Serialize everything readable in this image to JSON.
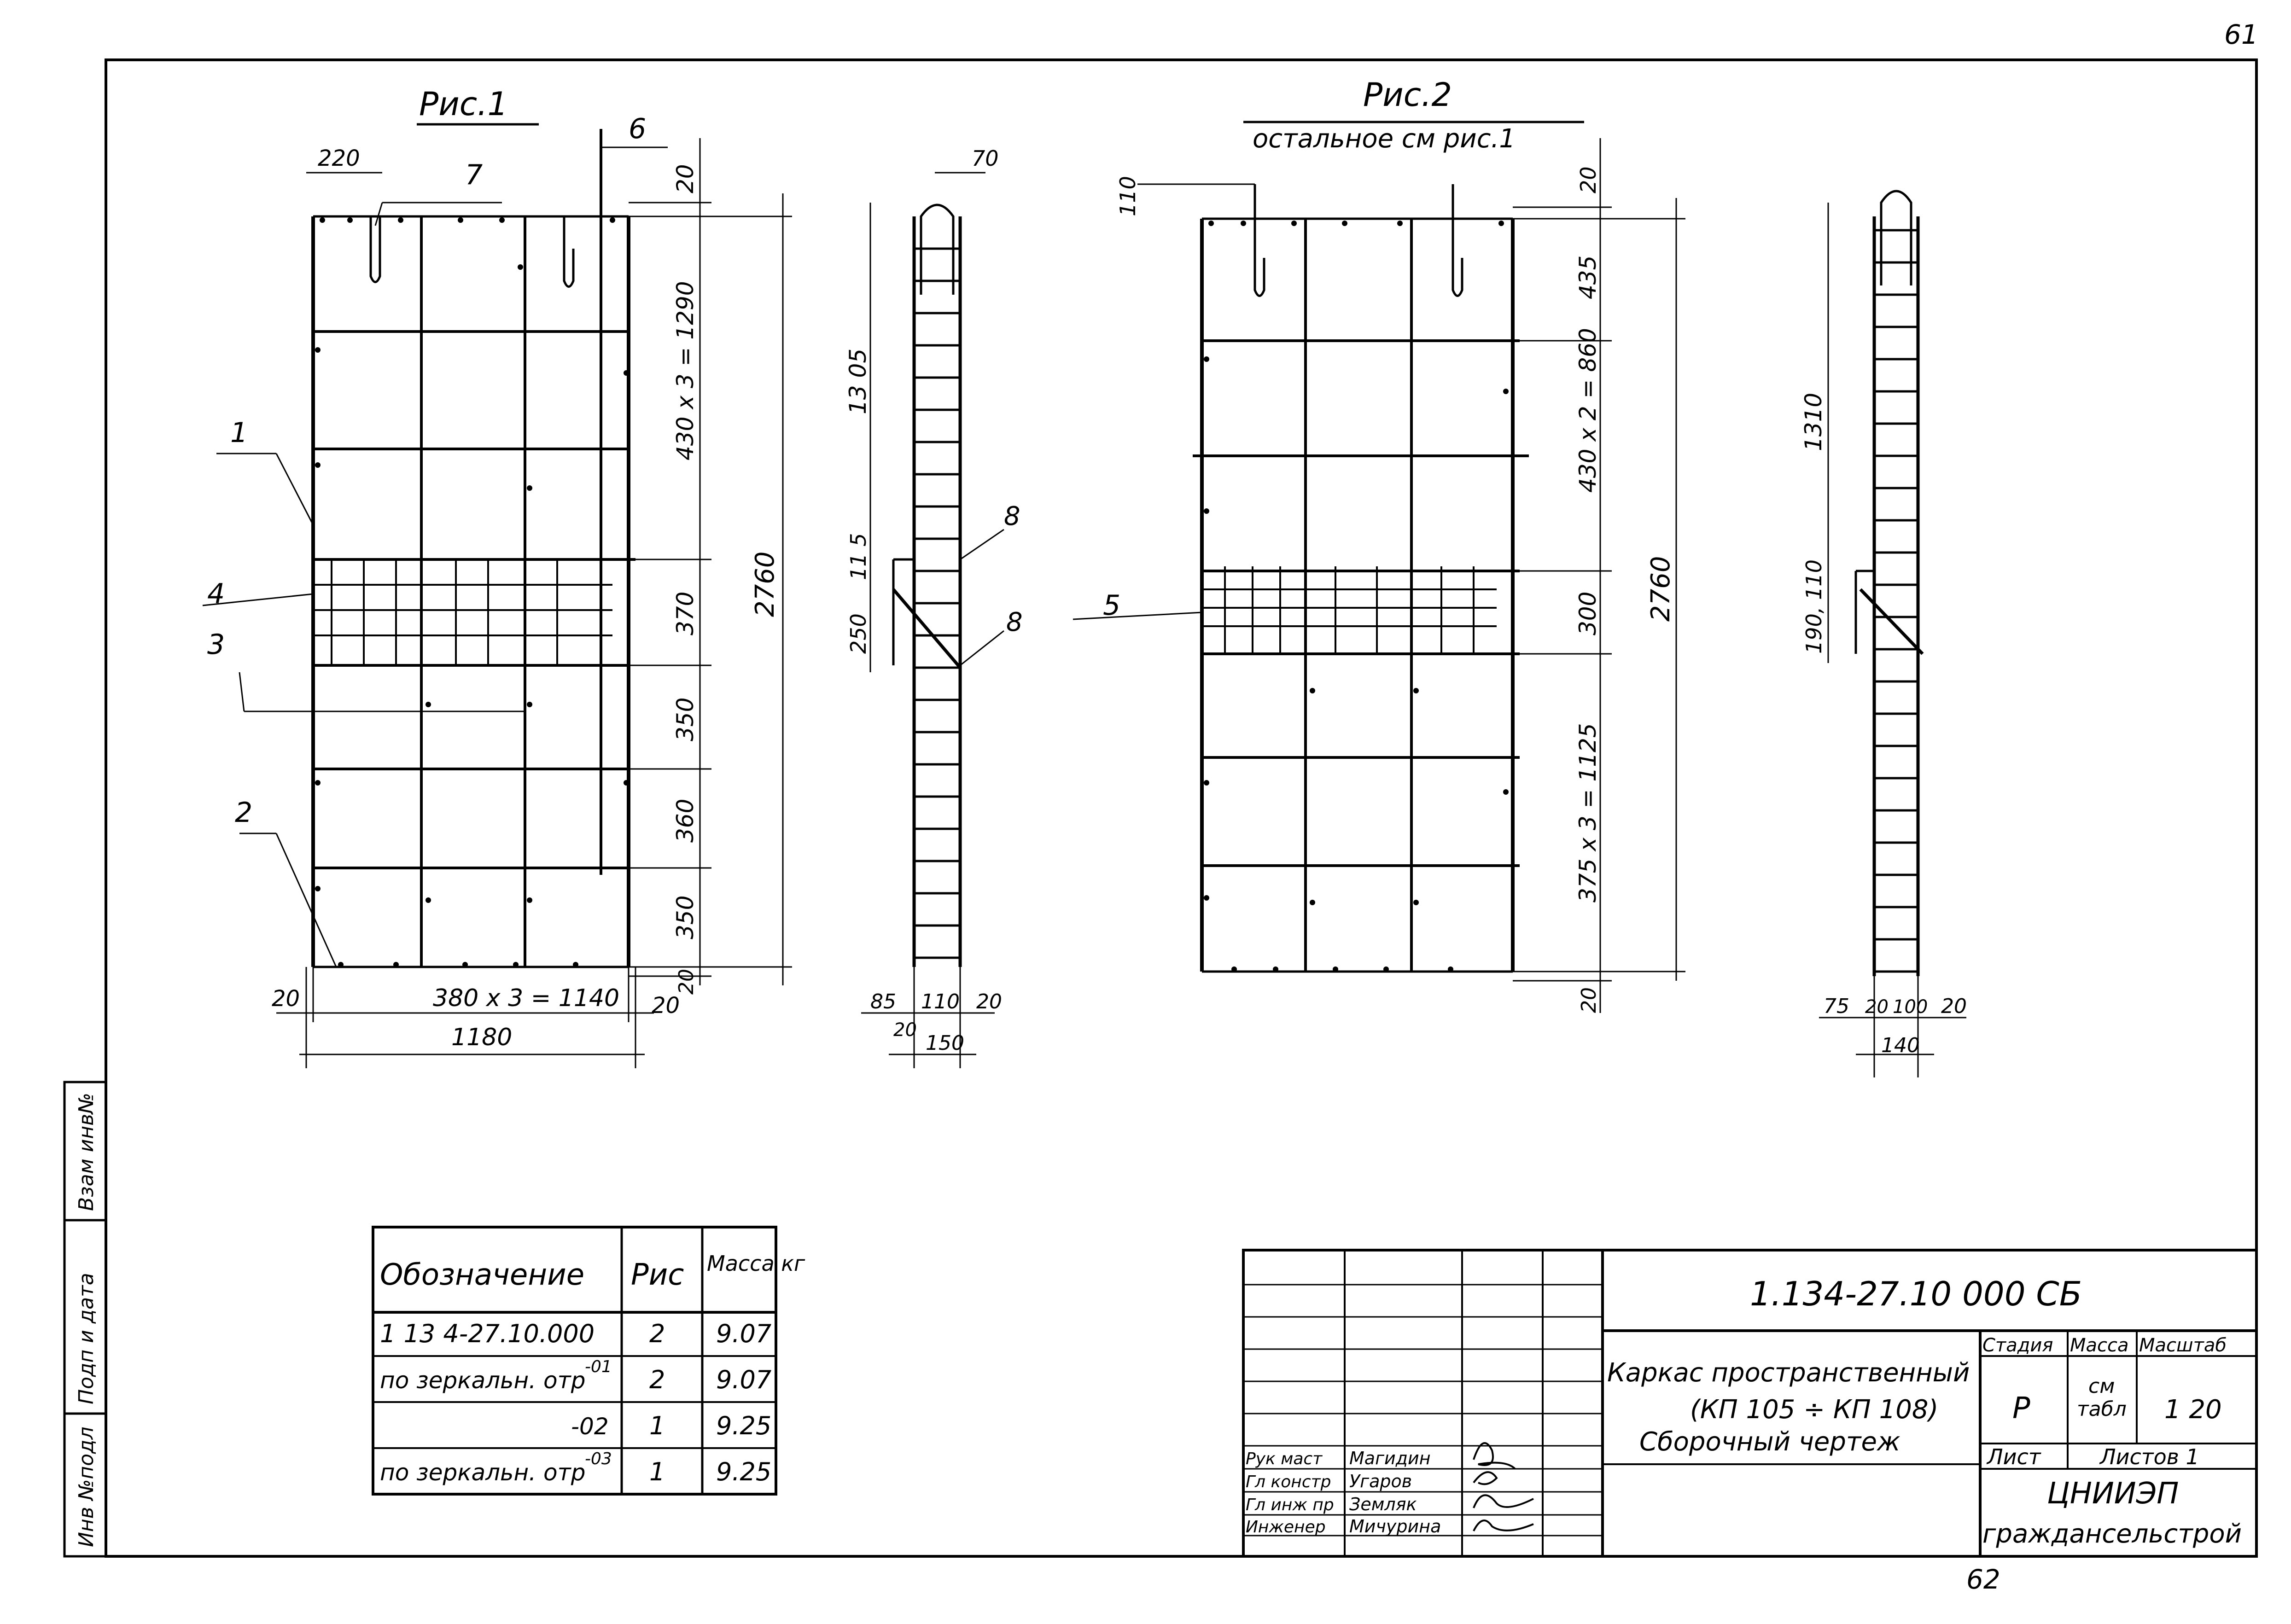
{
  "page": {
    "sheet_number_top": "61",
    "sheet_number_bottom": "62",
    "colors": {
      "paper": "#ffffff",
      "ink": "#000000"
    }
  },
  "fig1": {
    "title": "Рис.1",
    "callouts": [
      "1",
      "2",
      "3",
      "4",
      "6",
      "7"
    ],
    "dims": {
      "top_offset": "220",
      "right_vertical": [
        "20",
        "430 x 3 = 1290",
        "370",
        "350",
        "360",
        "350",
        "20"
      ],
      "overall_height": "2760",
      "bottom_margin_left": "20",
      "bottom_span": "380 x 3 = 1140",
      "bottom_margin_right": "20",
      "overall_width": "1180"
    }
  },
  "fig1_side": {
    "callouts": [
      "8",
      "8"
    ],
    "dims": {
      "top_width": "70",
      "upper_height": "13 05",
      "gap": "11 5",
      "brace_height": "250",
      "bottom": [
        "85",
        "110",
        "20",
        "20",
        "150"
      ]
    }
  },
  "fig2": {
    "title": "Рис.2",
    "subtitle": "остальное см рис.1",
    "callouts": [
      "5"
    ],
    "dims": {
      "top_offset": "110",
      "right_vertical": [
        "20",
        "435",
        "430 x 2 = 860",
        "300",
        "375 x 3 = 1125",
        "20"
      ],
      "overall_height": "2760"
    }
  },
  "fig2_side": {
    "dims": {
      "upper_height": "1310",
      "gaps": "190, 110",
      "bottom": [
        "75",
        "20",
        "100",
        "20",
        "140"
      ]
    }
  },
  "spec_table": {
    "headers": [
      "Обозначение",
      "Рис",
      "Масса кг"
    ],
    "rows": [
      {
        "designation": "1 13 4-27.10.000",
        "fig": "2",
        "mass": "9.07",
        "sup": ""
      },
      {
        "designation": "по зеркальн. отр",
        "fig": "2",
        "mass": "9.07",
        "sup": "-01"
      },
      {
        "designation": "-02",
        "fig": "1",
        "mass": "9.25",
        "sup": ""
      },
      {
        "designation": "по зеркальн. отр",
        "fig": "1",
        "mass": "9.25",
        "sup": "-03"
      }
    ]
  },
  "title_block": {
    "code": "1.134-27.10 000 СБ",
    "title_line1": "Каркас пространственный",
    "title_line2": "(КП 105 ÷ КП 108)",
    "title_line3": "Сборочный чертеж",
    "stage_label": "Стадия",
    "mass_label": "Масса",
    "scale_label": "Масштаб",
    "stage_value": "Р",
    "mass_value_1": "см",
    "mass_value_2": "табл",
    "scale_value": "1 20",
    "sheet_label": "Лист",
    "sheets_label": "Листов 1",
    "org_line1": "ЦНИИЭП",
    "org_line2": "граждансельстрой",
    "signatories": [
      {
        "role": "Рук маст",
        "name": "Магидин"
      },
      {
        "role": "Гл констр",
        "name": "Угаров"
      },
      {
        "role": "Гл инж пр",
        "name": "Земляк"
      },
      {
        "role": "Инженер",
        "name": "Мичурина"
      }
    ]
  },
  "side_stamp": {
    "labels": [
      "Инв №подл",
      "Подп и дата",
      "Взам инв№"
    ]
  }
}
